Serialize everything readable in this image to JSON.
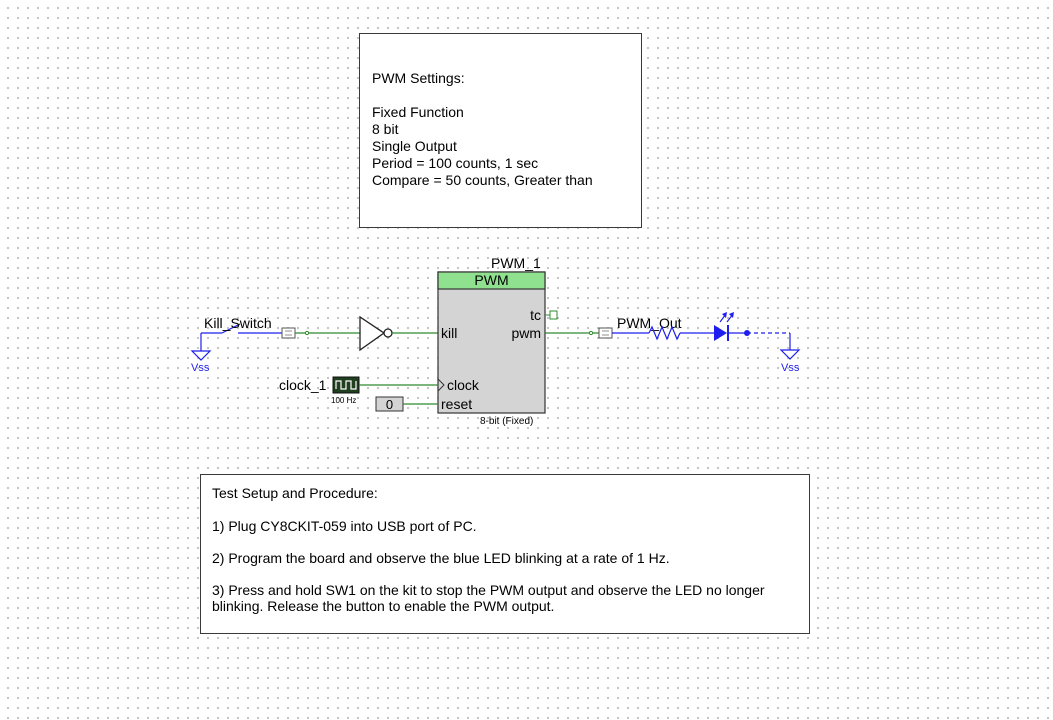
{
  "settings_note": {
    "lines": [
      "PWM Settings:",
      "",
      "Fixed Function",
      "8 bit",
      "Single Output",
      "Period = 100 counts, 1 sec",
      "Compare = 50 counts, Greater than"
    ]
  },
  "pwm": {
    "instance_name": "PWM_1",
    "title": "PWM",
    "pin_kill": "kill",
    "pin_clock": "clock",
    "pin_reset": "reset",
    "pin_tc": "tc",
    "pin_pwm": "pwm",
    "footer": "8-bit (Fixed)"
  },
  "kill_switch": {
    "label": "Kill_Switch",
    "ground_label": "Vss"
  },
  "clock": {
    "label": "clock_1",
    "frequency": "100 Hz"
  },
  "reset_const": {
    "value": "0"
  },
  "output": {
    "label": "PWM_Out",
    "ground_label": "Vss"
  },
  "procedure_note": {
    "title": "Test Setup and Procedure:",
    "steps": [
      "1) Plug CY8CKIT-059 into USB port of PC.",
      "2) Program the board and observe the blue LED blinking at a rate of 1 Hz.",
      "3) Press and hold SW1 on the kit to stop the PWM output and observe the LED no longer blinking. Release the button to enable the PWM output."
    ]
  },
  "colors": {
    "wire_green": "#2e8b2e",
    "net_blue": "#1e1eee",
    "header_green": "#8fe08f",
    "block_gray": "#d4d4d4"
  }
}
